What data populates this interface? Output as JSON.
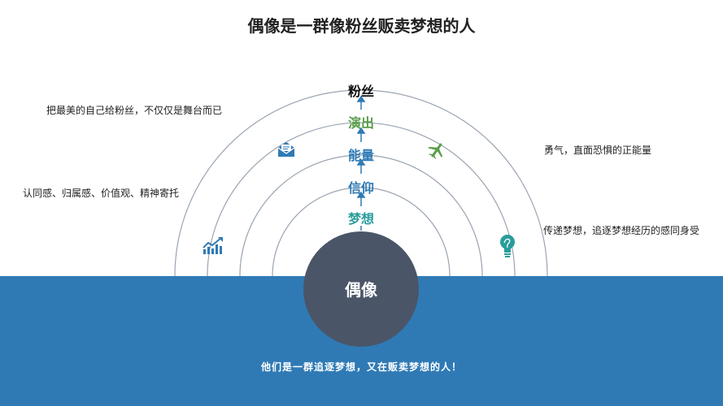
{
  "title": "偶像是一群像粉丝贩卖梦想的人",
  "levels": [
    "粉丝",
    "演出",
    "能量",
    "信仰",
    "梦想"
  ],
  "core": "偶像",
  "notes": {
    "left_top": "把最美的自己给粉丝，不仅仅是舞台而已",
    "left_mid": "认同感、归属感、价值观、精神寄托",
    "right_top": "勇气，直面恐惧的正能量",
    "right_mid": "传递梦想，追逐梦想经历的感同身受"
  },
  "footer": "他们是一群追逐梦想，又在贩卖梦想的人！",
  "icons": [
    "mail-icon",
    "airplane-icon",
    "chart-up-icon",
    "lightbulb-icon"
  ],
  "colors": {
    "band": "#2f7ab5",
    "core": "#4a5568",
    "dream": "#2a9c9c",
    "faith": "#2f7ab5",
    "energy": "#2f7ab5",
    "show": "#5a9e4b",
    "fans": "#111111"
  }
}
